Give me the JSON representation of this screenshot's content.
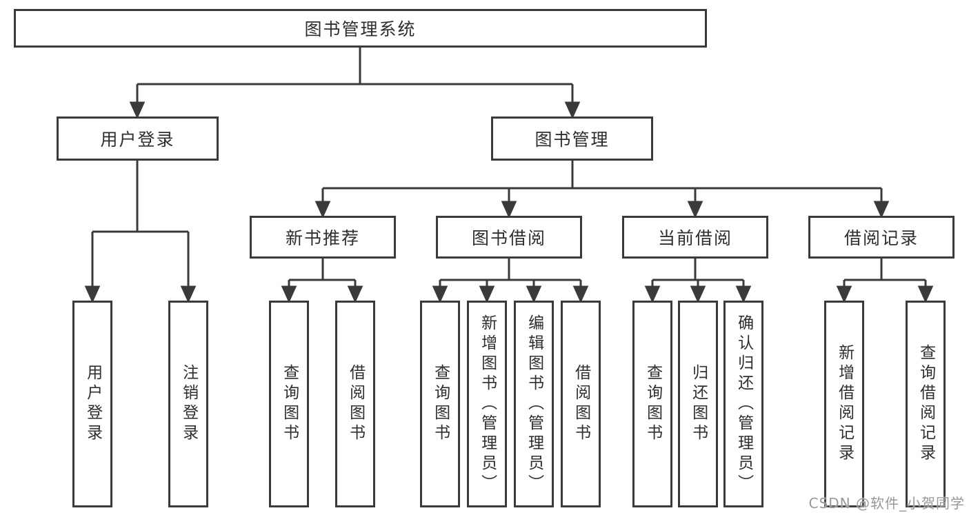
{
  "diagram": {
    "root": {
      "label": "图书管理系统"
    },
    "branches": [
      {
        "label": "用户登录",
        "children": [
          "用户登录",
          "注销登录"
        ]
      },
      {
        "label": "图书管理",
        "modules": [
          {
            "label": "新书推荐",
            "children": [
              "查询图书",
              "借阅图书"
            ]
          },
          {
            "label": "图书借阅",
            "children": [
              "查询图书",
              "新增图书（管理员）",
              "编辑图书（管理员）",
              "借阅图书"
            ]
          },
          {
            "label": "当前借阅",
            "children": [
              "查询图书",
              "归还图书",
              "确认归还（管理员）"
            ]
          },
          {
            "label": "借阅记录",
            "children": [
              "新增借阅记录",
              "查询借阅记录"
            ]
          }
        ]
      }
    ]
  },
  "watermark": {
    "text": "CSDN @软件_小贺同学"
  },
  "colors": {
    "line": "#3a3a3a",
    "box_border": "#3a3a3a",
    "text": "#2e2e2e",
    "watermark": "#989898",
    "background": "#ffffff"
  }
}
